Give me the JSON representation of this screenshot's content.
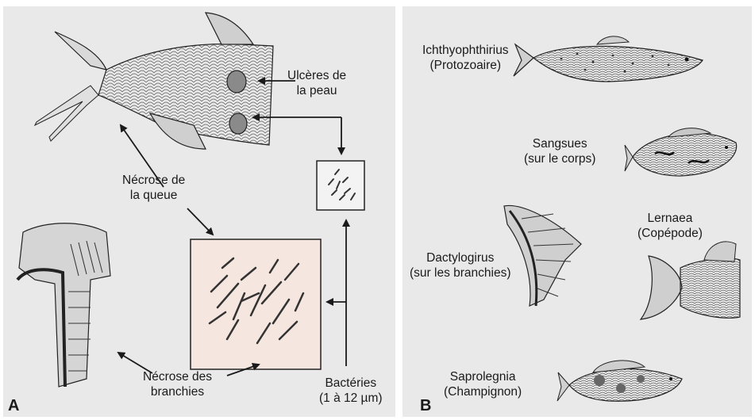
{
  "panel_a": {
    "letter": "A",
    "labels": {
      "skin_ulcers": [
        "Ulcères de",
        "la peau"
      ],
      "tail_necrosis": [
        "Nécrose de",
        "la queue"
      ],
      "gill_necrosis": [
        "Nécrose des",
        "branchies"
      ],
      "bacteria": [
        "Bactéries",
        "(1 à 12 µm)"
      ]
    }
  },
  "panel_b": {
    "letter": "B",
    "parasites": [
      {
        "name": "Ichthyophthirius",
        "type": "(Protozoaire)"
      },
      {
        "name": "Sangsues",
        "type": "(sur le corps)"
      },
      {
        "name": "Dactylogirus",
        "type": "(sur les branchies)"
      },
      {
        "name": "Lernaea",
        "type": "(Copépode)"
      },
      {
        "name": "Saprolegnia",
        "type": "(Champignon)"
      }
    ]
  },
  "colors": {
    "panel_bg": "#e9e9ea",
    "box_fill": "#f5e6df",
    "ink": "#1a1a1a"
  }
}
